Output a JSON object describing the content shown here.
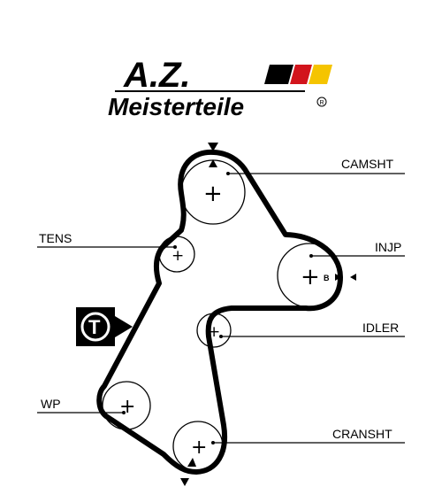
{
  "logo": {
    "monogram": "A.Z.",
    "brand": "Meisterteile",
    "registered": "R",
    "flag_colors": [
      "#000000",
      "#d2141c",
      "#f5c400"
    ]
  },
  "diagram": {
    "labels": {
      "camshaft": "CAMSHT",
      "tensioner": "TENS",
      "injection_pump": "INJP",
      "idler": "IDLER",
      "water_pump": "WP",
      "crankshaft": "CRANSHT"
    },
    "tensioner_marker": "T",
    "pump_mark": "B",
    "pulley_symbol": "+"
  }
}
